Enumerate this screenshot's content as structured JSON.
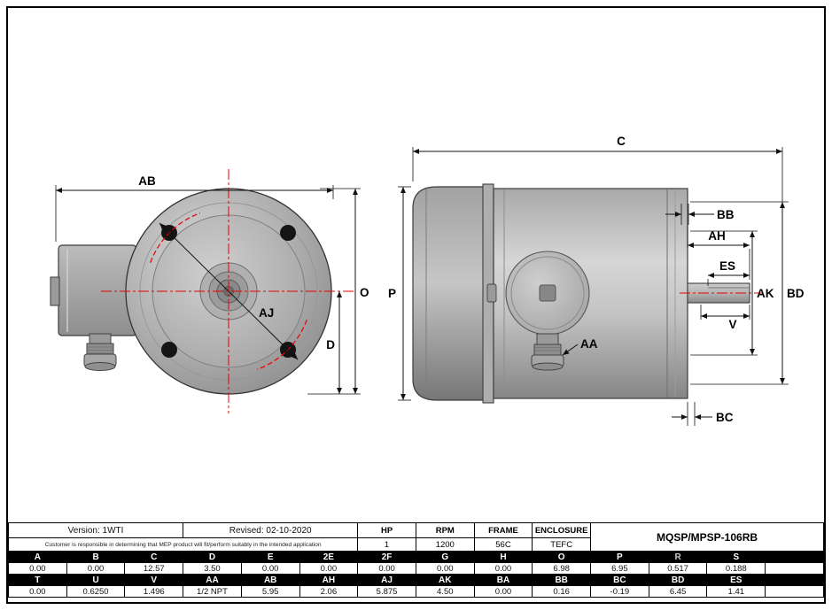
{
  "title_block": {
    "version": "Version: 1WTI",
    "revised": "Revised: 02-10-2020",
    "disclaimer": "Customer is responsible in determining that MEP product will fit/perform suitably in the intended application",
    "model": "MQSP/MPSP-106RB",
    "specs": {
      "headers": [
        "HP",
        "RPM",
        "FRAME",
        "ENCLOSURE"
      ],
      "values": [
        "1",
        "1200",
        "56C",
        "TEFC"
      ]
    }
  },
  "dimensions": {
    "row1": {
      "headers": [
        "A",
        "B",
        "C",
        "D",
        "E",
        "2E",
        "2F",
        "G",
        "H",
        "O",
        "P",
        "R",
        "S",
        ""
      ],
      "values": [
        "0.00",
        "0.00",
        "12.57",
        "3.50",
        "0.00",
        "0.00",
        "0.00",
        "0.00",
        "0.00",
        "6.98",
        "6.95",
        "0.517",
        "0.188",
        ""
      ]
    },
    "row2": {
      "headers": [
        "T",
        "U",
        "V",
        "AA",
        "AB",
        "AH",
        "AJ",
        "AK",
        "BA",
        "BB",
        "BC",
        "BD",
        "ES",
        ""
      ],
      "values": [
        "0.00",
        "0.6250",
        "1.496",
        "1/2 NPT",
        "5.95",
        "2.06",
        "5.875",
        "4.50",
        "0.00",
        "0.16",
        "-0.19",
        "6.45",
        "1.41",
        ""
      ]
    }
  },
  "drawing": {
    "labels": {
      "ab": "AB",
      "o": "O",
      "d": "D",
      "aj": "AJ",
      "c": "C",
      "p": "P",
      "bb": "BB",
      "ah": "AH",
      "es": "ES",
      "ak": "AK",
      "bd": "BD",
      "v": "V",
      "aa": "AA",
      "bc": "BC"
    },
    "colors": {
      "centerline": "#e80000",
      "dimension": "#111111",
      "table_header_bg": "#000000",
      "table_header_text": "#ffffff"
    }
  }
}
